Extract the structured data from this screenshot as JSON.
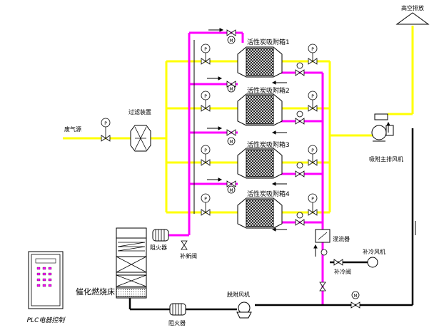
{
  "labels": {
    "exhaust_high": "高空排放",
    "waste_gas_source": "废气源",
    "filter": "过滤装置",
    "adsorber_1": "活性炭吸附箱1",
    "adsorber_2": "活性炭吸附箱2",
    "adsorber_3": "活性炭吸附箱3",
    "adsorber_4": "活性炭吸附箱4",
    "main_fan": "吸附主排风机",
    "flame_arrester_top": "阻火器",
    "flame_arrester_bottom": "阻火器",
    "makeup_valve": "补新阀",
    "flow_mixer": "混流器",
    "makeup_cool_fan": "补冷风机",
    "cool_valve": "补冷阀",
    "catalytic_bed": "催化燃烧床",
    "desorption_fan": "脱附风机",
    "plc_cabinet": "PLC电器控制"
  },
  "colors": {
    "adsorption_line": "#ffff00",
    "desorption_line": "#ff00ff",
    "return_line": "#000000",
    "equipment_outline": "#000000"
  },
  "icons": {
    "gauge": "pressure-gauge-icon",
    "valve": "butterfly-valve-icon",
    "fan": "centrifugal-fan-icon",
    "adsorber": "activated-carbon-box-icon"
  }
}
